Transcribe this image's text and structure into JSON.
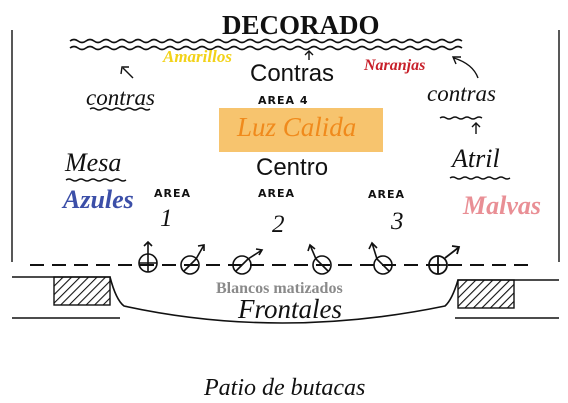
{
  "diagram": {
    "title": "DECORADO",
    "zones": {
      "amarillos": "Amarillos",
      "contras_top": "Contras",
      "naranjas": "Naranjas",
      "contras_left": "contras",
      "contras_right": "contras",
      "area4": "AREA 4",
      "luz": "Luz Calida",
      "mesa": "Mesa",
      "centro": "Centro",
      "atril": "Atril",
      "azules": "Azules",
      "malvas": "Malvas",
      "area_label": "AREA",
      "area1_num": "1",
      "area2_num": "2",
      "area3_num": "3",
      "blancos": "Blancos matizados",
      "frontales": "Frontales",
      "patio": "Patio de butacas"
    },
    "colors": {
      "ink": "#111111",
      "amarillos": "#f2d218",
      "naranjas": "#c8202a",
      "luz_text": "#f08a1c",
      "luz_box": "#f7c46e",
      "azules": "#3c4fa8",
      "malvas": "#e98f95",
      "blancos": "#8a8a8a"
    },
    "icons": [
      "arrow-up-left-icon",
      "arrow-up-icon",
      "arrow-up-left-icon",
      "arrow-up-icon",
      "spotlight-icon"
    ]
  }
}
